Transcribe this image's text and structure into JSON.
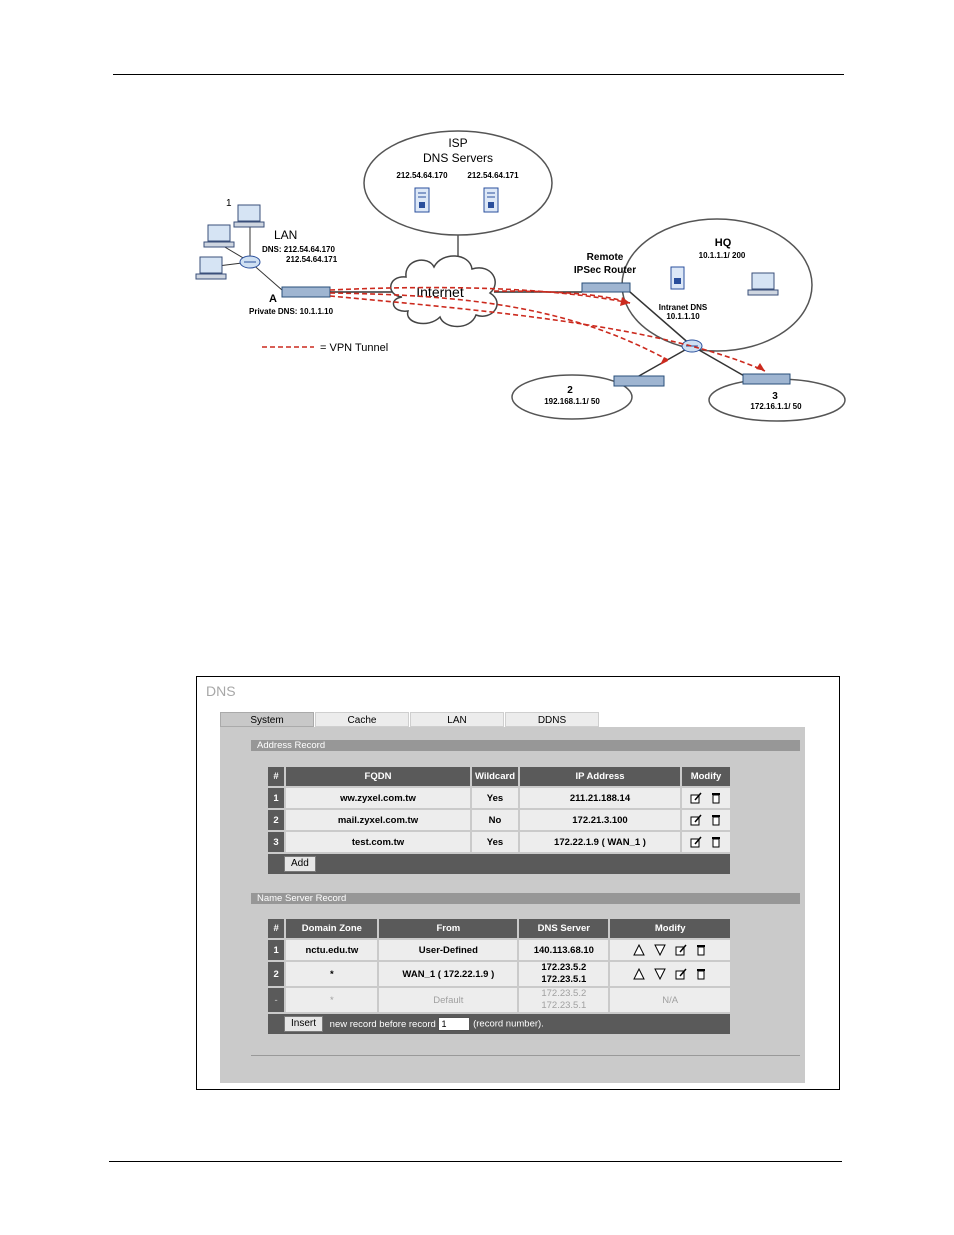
{
  "diagram": {
    "isp_title": "ISP",
    "isp_subtitle": "DNS Servers",
    "isp_dns1": "212.54.64.170",
    "isp_dns2": "212.54.64.171",
    "label_1": "1",
    "lan_label": "LAN",
    "lan_dns1": "DNS: 212.54.64.170",
    "lan_dns2": "212.54.64.171",
    "router_a": "A",
    "private_dns": "Private DNS: 10.1.1.10",
    "vpn_legend": "= VPN Tunnel",
    "internet": "Internet",
    "remote_line1": "Remote",
    "remote_line2": "IPSec Router",
    "hq_title": "HQ",
    "hq_addr": "10.1.1.1/ 200",
    "intranet_dns_line1": "Intranet DNS",
    "intranet_dns_line2": "10.1.1.10",
    "net2_label": "2",
    "net2_addr": "192.168.1.1/ 50",
    "net3_label": "3",
    "net3_addr": "172.16.1.1/ 50",
    "vpn_color": "#cc2a1e"
  },
  "dns": {
    "title": "DNS",
    "tabs": [
      "System",
      "Cache",
      "LAN",
      "DDNS"
    ],
    "address_record": {
      "title": "Address Record",
      "headers": [
        "#",
        "FQDN",
        "Wildcard",
        "IP Address",
        "Modify"
      ],
      "rows": [
        {
          "idx": "1",
          "fqdn": "ww.zyxel.com.tw",
          "wildcard": "Yes",
          "ip": "211.21.188.14"
        },
        {
          "idx": "2",
          "fqdn": "mail.zyxel.com.tw",
          "wildcard": "No",
          "ip": "172.21.3.100"
        },
        {
          "idx": "3",
          "fqdn": "test.com.tw",
          "wildcard": "Yes",
          "ip": "172.22.1.9 ( WAN_1 )"
        }
      ],
      "add_label": "Add"
    },
    "name_server_record": {
      "title": "Name Server Record",
      "headers": [
        "#",
        "Domain Zone",
        "From",
        "DNS Server",
        "Modify"
      ],
      "rows": [
        {
          "idx": "1",
          "zone": "nctu.edu.tw",
          "from": "User-Defined",
          "server1": "140.113.68.10",
          "server2": ""
        },
        {
          "idx": "2",
          "zone": "*",
          "from": "WAN_1 ( 172.22.1.9 )",
          "server1": "172.23.5.2",
          "server2": "172.23.5.1"
        }
      ],
      "default_row": {
        "idx": "-",
        "zone": "*",
        "from": "Default",
        "server1": "172.23.5.2",
        "server2": "172.23.5.1",
        "modify": "N/A"
      },
      "insert_label": "Insert",
      "insert_text": "new record before record",
      "insert_value": "1",
      "insert_suffix": "(record number)."
    }
  }
}
